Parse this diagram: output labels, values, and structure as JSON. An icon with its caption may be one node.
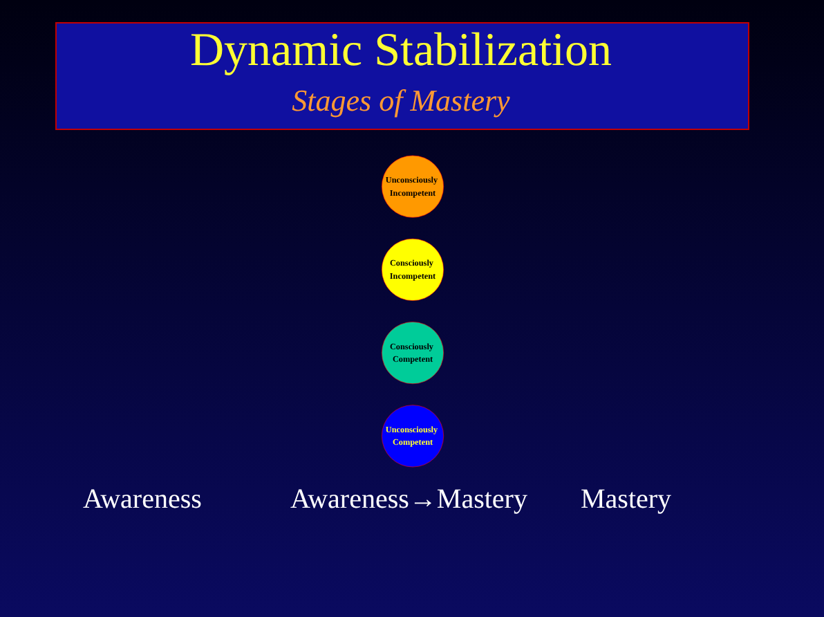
{
  "diagram": {
    "title": "Dynamic Stabilization",
    "nodes": [
      {
        "text": [
          "Unconsciously Incompetent"
        ]
      },
      {
        "text": [
          "Consciously Incompetent"
        ]
      },
      {
        "text": [
          "Consciously Competent"
        ]
      },
      {
        "text": [
          "Unconsciously Competent"
        ]
      }
    ],
    "labels": [
      "Stages of Mastery",
      "Awareness→Mastery",
      "Awareness",
      "Mastery"
    ]
  }
}
